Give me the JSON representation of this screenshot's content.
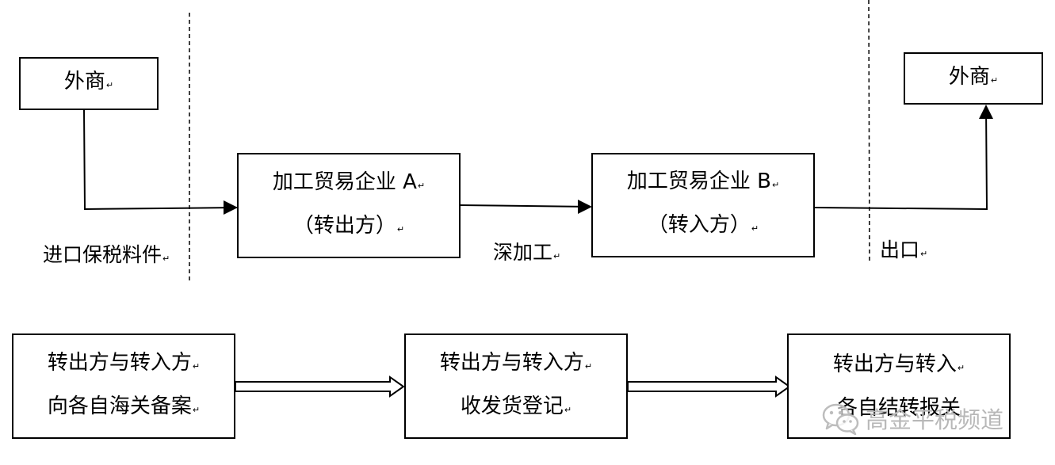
{
  "paragraph_mark": "↵",
  "nodes": {
    "foreign_left": "外商",
    "foreign_right": "外商",
    "enterprise_a": {
      "line1": "加工贸易企业 A",
      "line2": "（转出方）"
    },
    "enterprise_b": {
      "line1": "加工贸易企业 B",
      "line2": "（转入方）"
    }
  },
  "edge_labels": {
    "import": "进口保税料件",
    "deep_processing": "深加工",
    "export": "出口"
  },
  "steps": [
    {
      "line1": "转出方与转入方",
      "line2": "向各自海关备案"
    },
    {
      "line1": "转出方与转入方",
      "line2": "收发货登记"
    },
    {
      "line1": "转出方与转入",
      "line2": "各自结转报关"
    }
  ],
  "watermark": {
    "text": "高金平税频道",
    "icon": "wechat-icon"
  }
}
